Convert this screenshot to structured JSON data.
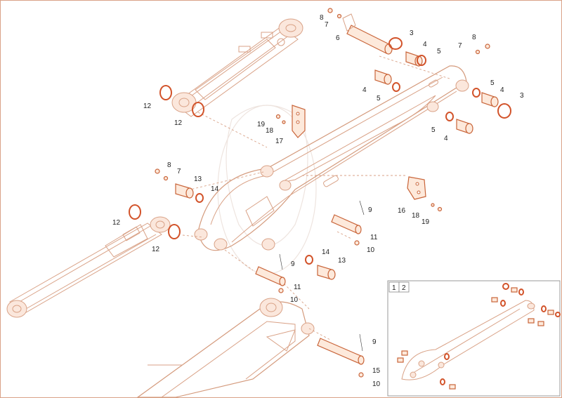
{
  "callouts": [
    {
      "id": "c1",
      "text": "8"
    },
    {
      "id": "c2",
      "text": "7"
    },
    {
      "id": "c3",
      "text": "6"
    },
    {
      "id": "c4",
      "text": "3"
    },
    {
      "id": "c5",
      "text": "4"
    },
    {
      "id": "c6",
      "text": "5"
    },
    {
      "id": "c7",
      "text": "8"
    },
    {
      "id": "c8",
      "text": "7"
    },
    {
      "id": "c9",
      "text": "4"
    },
    {
      "id": "c10",
      "text": "5"
    },
    {
      "id": "c11",
      "text": "5"
    },
    {
      "id": "c12",
      "text": "4"
    },
    {
      "id": "c13",
      "text": "3"
    },
    {
      "id": "c14",
      "text": "5"
    },
    {
      "id": "c15",
      "text": "4"
    },
    {
      "id": "c16",
      "text": "12"
    },
    {
      "id": "c17",
      "text": "12"
    },
    {
      "id": "c18",
      "text": "19"
    },
    {
      "id": "c19",
      "text": "18"
    },
    {
      "id": "c20",
      "text": "17"
    },
    {
      "id": "c21",
      "text": "8"
    },
    {
      "id": "c22",
      "text": "7"
    },
    {
      "id": "c23",
      "text": "13"
    },
    {
      "id": "c24",
      "text": "14"
    },
    {
      "id": "c25",
      "text": "9"
    },
    {
      "id": "c26",
      "text": "16"
    },
    {
      "id": "c27",
      "text": "18"
    },
    {
      "id": "c28",
      "text": "19"
    },
    {
      "id": "c29",
      "text": "12"
    },
    {
      "id": "c30",
      "text": "12"
    },
    {
      "id": "c31",
      "text": "11"
    },
    {
      "id": "c32",
      "text": "10"
    },
    {
      "id": "c33",
      "text": "14"
    },
    {
      "id": "c34",
      "text": "13"
    },
    {
      "id": "c35",
      "text": "9"
    },
    {
      "id": "c36",
      "text": "11"
    },
    {
      "id": "c37",
      "text": "10"
    },
    {
      "id": "c38",
      "text": "9"
    },
    {
      "id": "c39",
      "text": "15"
    },
    {
      "id": "c40",
      "text": "10"
    }
  ],
  "inset_tabs": [
    "1",
    "2"
  ]
}
